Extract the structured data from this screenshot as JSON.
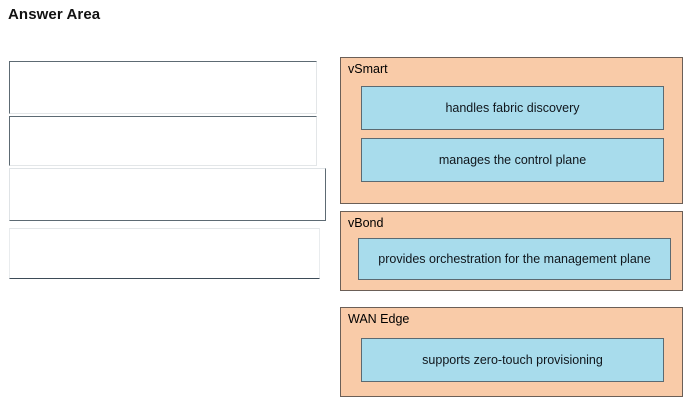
{
  "page": {
    "title": "Answer Area",
    "colors": {
      "panel_fill": "#f9cba8",
      "panel_border": "#6b5f57",
      "option_fill": "#a8dcec",
      "option_border": "#5b6a72",
      "slot_fill": "#ffffff",
      "slot_border": "#5d6a73",
      "background": "#ffffff",
      "text": "#000000"
    }
  },
  "answer_area": {
    "heading": "Answer Area",
    "slots": [
      {
        "label": "",
        "placeholder": ""
      },
      {
        "label": "",
        "placeholder": ""
      },
      {
        "label": "",
        "placeholder": ""
      },
      {
        "label": "",
        "placeholder": ""
      }
    ]
  },
  "categories": [
    {
      "name": "vSmart",
      "options": [
        {
          "text": "handles fabric discovery"
        },
        {
          "text": "manages the control plane"
        }
      ]
    },
    {
      "name": "vBond",
      "options": [
        {
          "text": "provides orchestration for the management plane"
        }
      ]
    },
    {
      "name": "WAN Edge",
      "options": [
        {
          "text": "supports zero-touch provisioning"
        }
      ]
    }
  ]
}
